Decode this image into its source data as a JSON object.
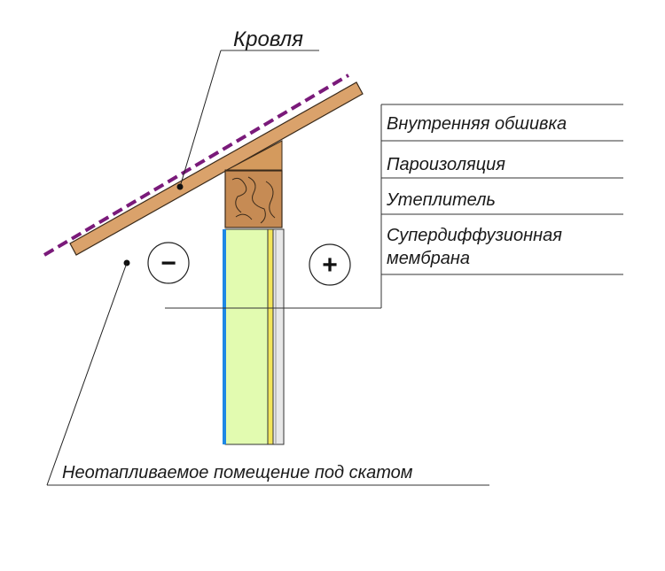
{
  "diagram": {
    "roof_label": "Кровля",
    "layers": [
      {
        "label": "Внутренняя обшивка"
      },
      {
        "label": "Пароизоляция"
      },
      {
        "label": "Утеплитель"
      },
      {
        "label": "Супердиффузионная",
        "label_line2": "мембрана"
      }
    ],
    "unheated_space_label": "Неотапливаемое помещение под скатом",
    "cold_side_sign": "−",
    "warm_side_sign": "+",
    "colors": {
      "roof_board": "#daa26b",
      "roof_covering": "#7a1a7a",
      "timber": "#c68b54",
      "insulation": "#e2fbb0",
      "membrane": "#1e88e5",
      "vapor_barrier": "#f2e55a",
      "inner_lining": "#e8e8e8"
    }
  }
}
